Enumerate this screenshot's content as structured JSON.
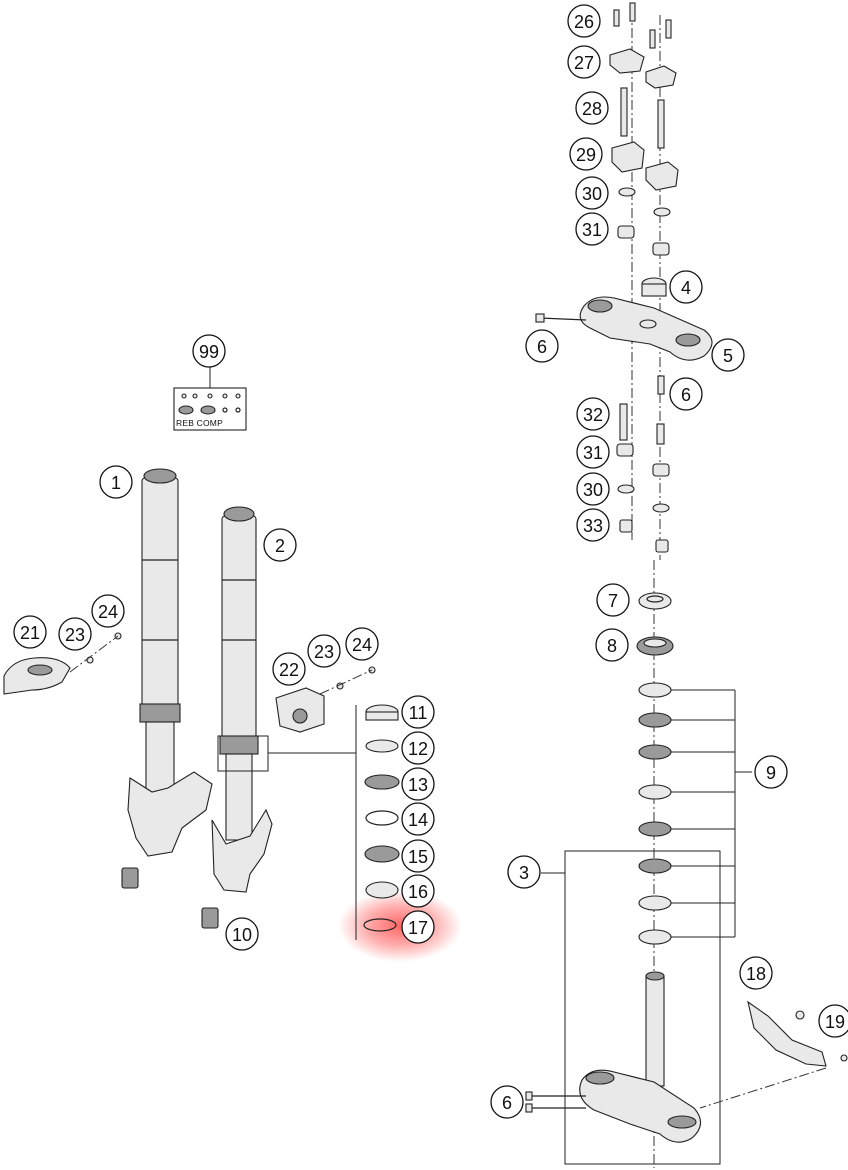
{
  "highlight": {
    "part": "17",
    "color": "#ff4d4d"
  },
  "callouts": [
    {
      "id": "c26a",
      "label": "26"
    },
    {
      "id": "c27",
      "label": "27"
    },
    {
      "id": "c28",
      "label": "28"
    },
    {
      "id": "c29",
      "label": "29"
    },
    {
      "id": "c30a",
      "label": "30"
    },
    {
      "id": "c31a",
      "label": "31"
    },
    {
      "id": "c4",
      "label": "4"
    },
    {
      "id": "c6a",
      "label": "6"
    },
    {
      "id": "c5",
      "label": "5"
    },
    {
      "id": "c6b",
      "label": "6"
    },
    {
      "id": "c32",
      "label": "32"
    },
    {
      "id": "c31b",
      "label": "31"
    },
    {
      "id": "c30b",
      "label": "30"
    },
    {
      "id": "c33",
      "label": "33"
    },
    {
      "id": "c7",
      "label": "7"
    },
    {
      "id": "c8",
      "label": "8"
    },
    {
      "id": "c9",
      "label": "9"
    },
    {
      "id": "c3",
      "label": "3"
    },
    {
      "id": "c18",
      "label": "18"
    },
    {
      "id": "c19",
      "label": "19"
    },
    {
      "id": "c6c",
      "label": "6"
    },
    {
      "id": "c99",
      "label": "99"
    },
    {
      "id": "c1",
      "label": "1"
    },
    {
      "id": "c2",
      "label": "2"
    },
    {
      "id": "c21",
      "label": "21"
    },
    {
      "id": "c23a",
      "label": "23"
    },
    {
      "id": "c24a",
      "label": "24"
    },
    {
      "id": "c22",
      "label": "22"
    },
    {
      "id": "c23b",
      "label": "23"
    },
    {
      "id": "c24b",
      "label": "24"
    },
    {
      "id": "c11",
      "label": "11"
    },
    {
      "id": "c12",
      "label": "12"
    },
    {
      "id": "c13",
      "label": "13"
    },
    {
      "id": "c14",
      "label": "14"
    },
    {
      "id": "c15",
      "label": "15"
    },
    {
      "id": "c16",
      "label": "16"
    },
    {
      "id": "c17",
      "label": "17"
    },
    {
      "id": "c10",
      "label": "10"
    }
  ],
  "plate": {
    "label": "REB COMP"
  }
}
